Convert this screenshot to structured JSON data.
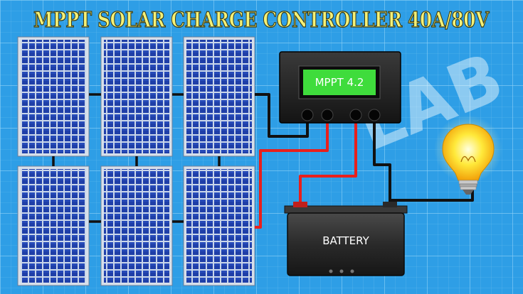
{
  "title": "MPPT SOLAR CHARGE CONTROLLER 40A/80V",
  "controller": {
    "display_text": "MPPT 4.2"
  },
  "battery": {
    "label": "BATTERY"
  },
  "watermark": "LAB",
  "colors": {
    "background": "#2e9ee6",
    "grid": "#6cc3f2",
    "title": "#f4f178",
    "lcd": "#3fdc3c",
    "controller": "#1f1f1f",
    "wire_positive": "#e8201c",
    "wire_negative": "#111111",
    "panel_cell": "#1f3fa8"
  },
  "panels": {
    "rows": 2,
    "columns": 3
  },
  "icons": [
    "solar-panel-icon",
    "charge-controller-icon",
    "battery-icon",
    "light-bulb-icon"
  ]
}
